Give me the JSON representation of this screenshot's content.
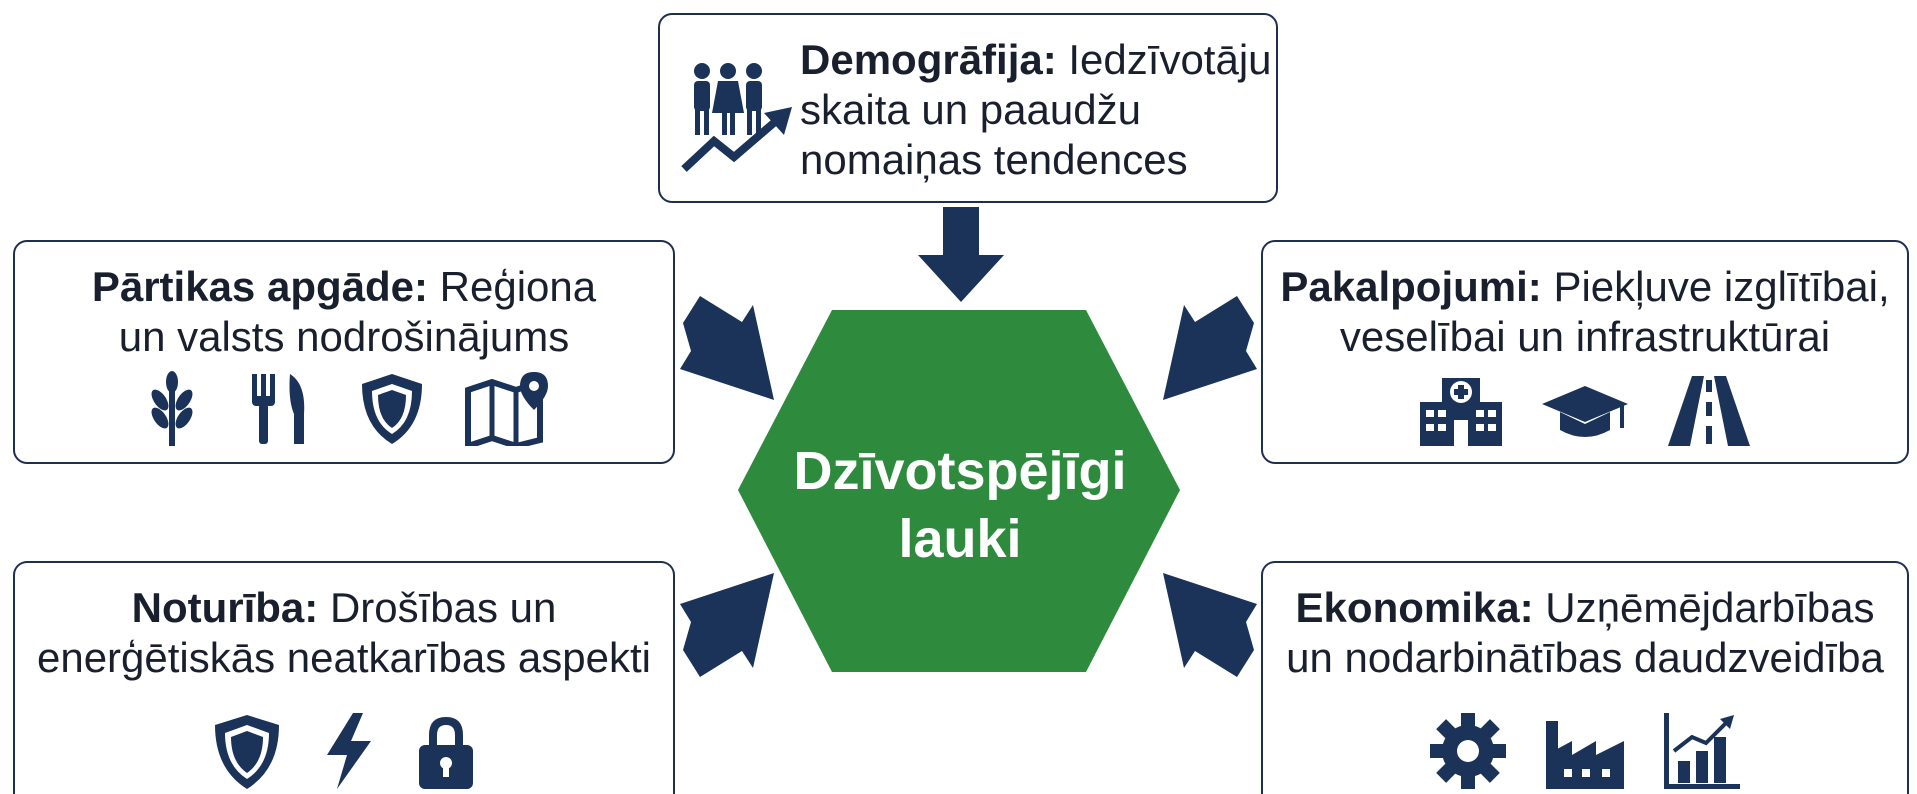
{
  "center": {
    "line1": "Dzīvotspējīgi",
    "line2": "lauki",
    "color": "#2e8b3e"
  },
  "demography": {
    "title": "Demogrāfija:",
    "line1": "Iedzīvotāju",
    "line2": "skaita un paaudžu",
    "line3": "nomaiņas tendences",
    "icon": "people-growth-icon"
  },
  "food": {
    "title": "Pārtikas apgāde:",
    "line1": "Reģiona",
    "line2": "un valsts nodrošinājums",
    "icons": [
      "wheat-icon",
      "fork-knife-icon",
      "shield-icon",
      "map-pin-icon"
    ]
  },
  "services": {
    "title": "Pakalpojumi:",
    "line1": "Piekļuve izglītībai,",
    "line2": "veselībai un infrastruktūrai",
    "icons": [
      "hospital-icon",
      "graduation-cap-icon",
      "road-icon"
    ]
  },
  "resilience": {
    "title": "Noturība:",
    "line1": "Drošības un",
    "line2": "enerģētiskās neatkarības aspekti",
    "icons": [
      "shield-icon",
      "lightning-icon",
      "lock-icon"
    ]
  },
  "economy": {
    "title": "Ekonomika:",
    "line1": "Uzņēmējdarbības",
    "line2": "un nodarbinātības daudzveidība",
    "icons": [
      "gear-icon",
      "factory-icon",
      "bar-chart-icon"
    ]
  },
  "colors": {
    "navy": "#1b3358",
    "green": "#2e8b3e",
    "border": "#1f2f4f"
  }
}
